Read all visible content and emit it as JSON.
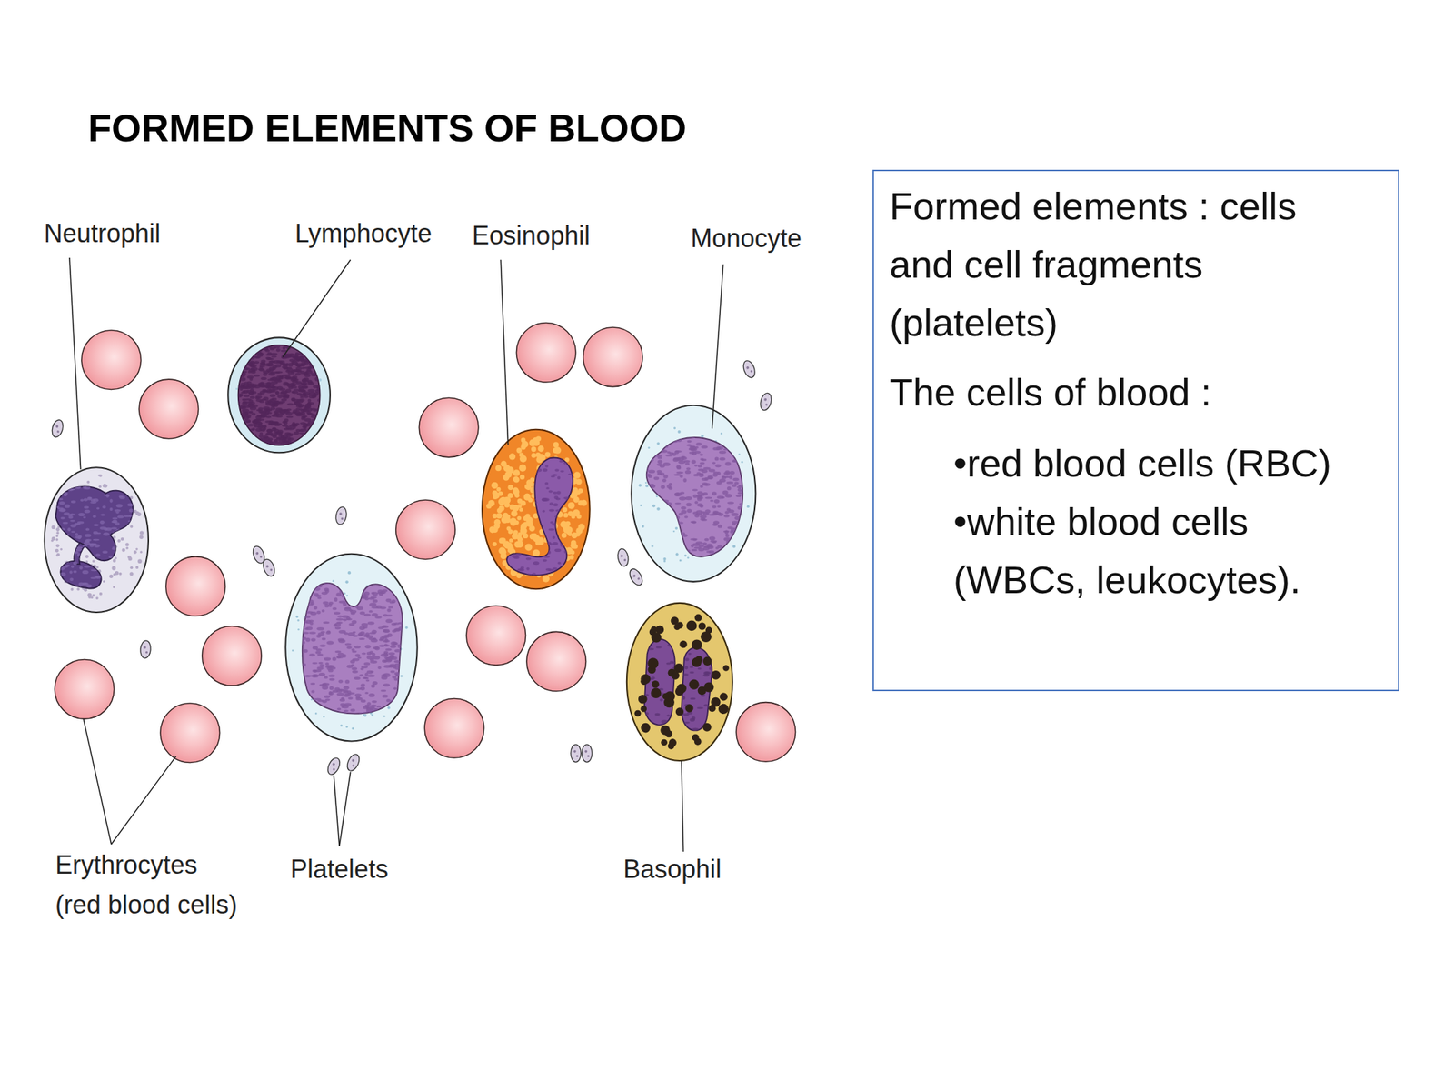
{
  "diagram": {
    "title": "FORMED ELEMENTS OF BLOOD",
    "nodes": [
      {
        "text": [
          "Formed elements : cells and cell fragments (platelets)",
          "The cells of blood :",
          "•red blood cells (RBC)",
          "•white blood cells (WBCs, leukocytes)."
        ]
      }
    ],
    "labels": [
      "Neutrophil",
      "Lymphocyte",
      "Eosinophil",
      "Monocyte",
      "Erythrocytes (red blood cells)",
      "Platelets",
      "Basophil"
    ]
  }
}
